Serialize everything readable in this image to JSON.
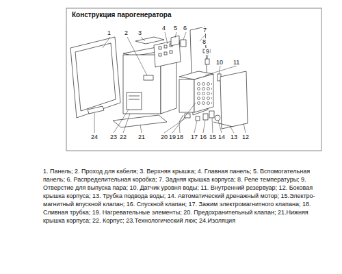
{
  "diagram": {
    "title": "Конструкция парогенератора",
    "caption": "1. Панель; 2. Проход для кабеля; 3. Верхняя крышка; 4. Главная панель; 5. Вспомогательная панель; 6. Распределительная коробка; 7. Задняя крышка корпуса; 8. Реле температуры; 9. Отверстие для выпуска пара; 10. Датчик уровня воды; 11. Внутренний резервуар; 12. Боковая крышка корпуса; 13. Трубка подвода воды; 14. Автоматический дренажный мотор; 15.Электро-магнитный впускной клапан; 16. Спускной клапан; 17. Зажим электромагнитного клапана; 18. Сливная трубка; 19. Нагревательные элементы; 20. Предохранительный клапан; 21.Нижняя крышка корпуса; 22. Корпус; 23.Технологический люк; 24.Изоляция",
    "labels": [
      "1",
      "2",
      "3",
      "4",
      "5",
      "6",
      "7",
      "8",
      "9",
      "10",
      "11",
      "12",
      "13",
      "14",
      "15",
      "16",
      "17",
      "18",
      "19",
      "20",
      "21",
      "22",
      "23",
      "24"
    ]
  }
}
